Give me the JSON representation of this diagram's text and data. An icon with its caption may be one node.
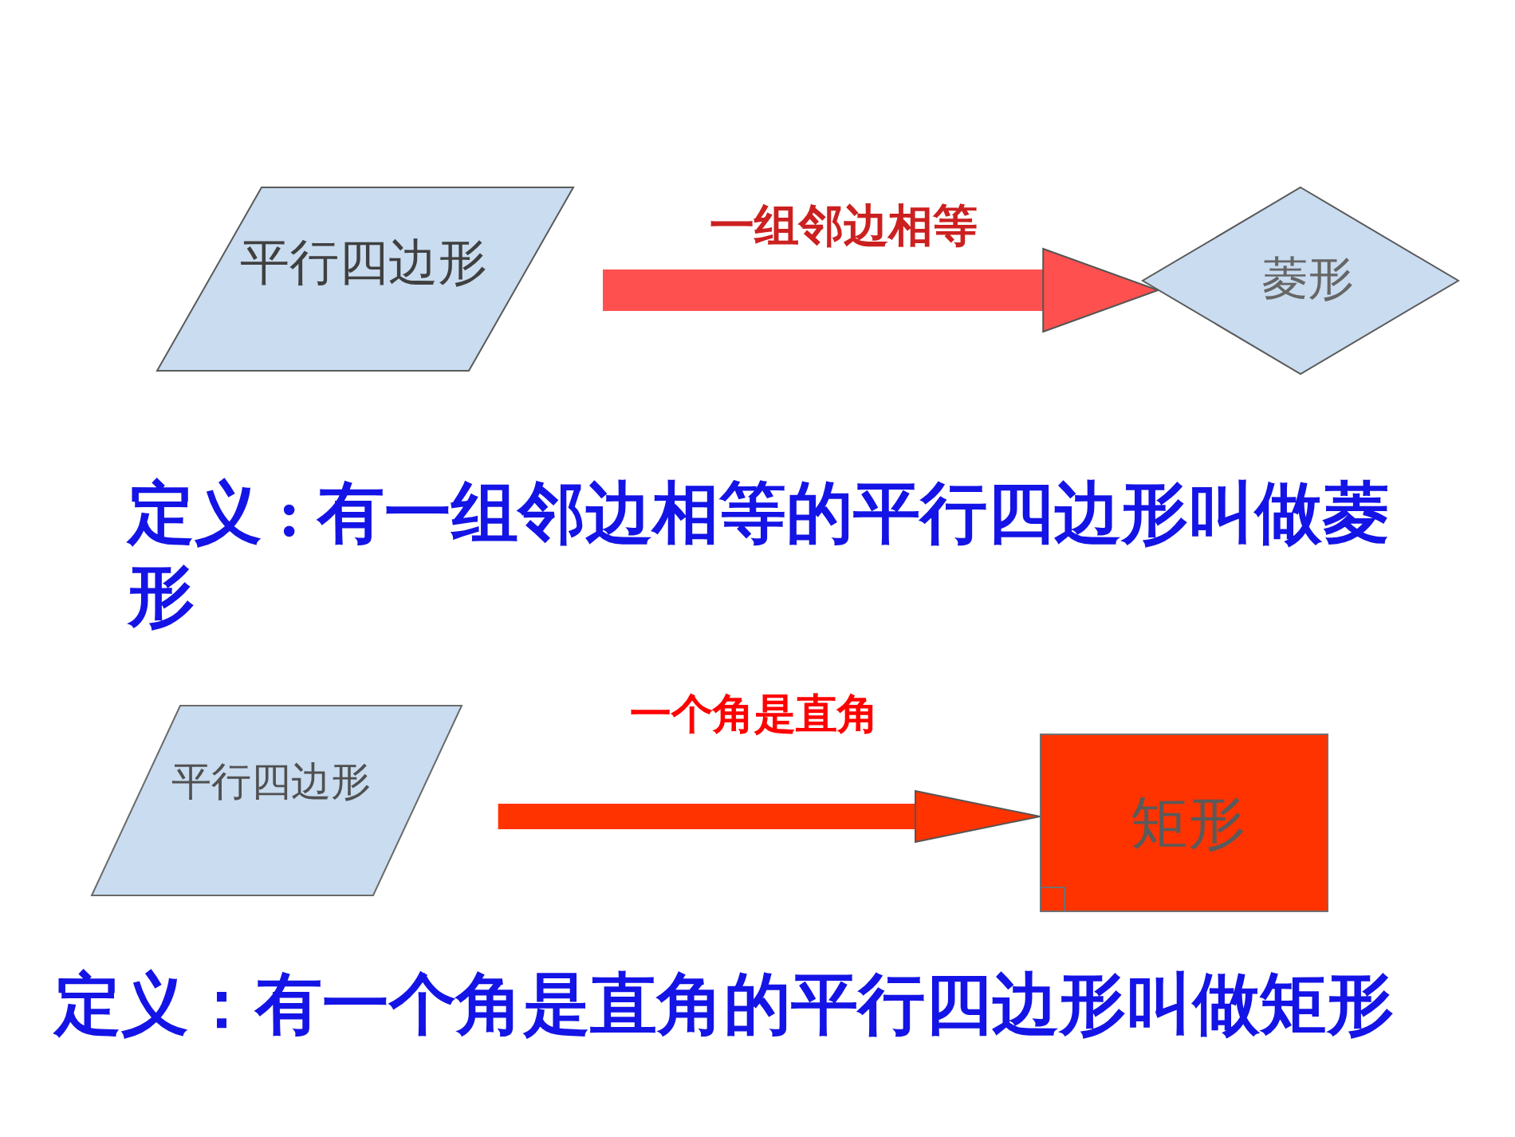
{
  "diagram": {
    "nodes": [
      {
        "text": [
          "平行四边形"
        ]
      },
      {
        "text": [
          "菱形"
        ]
      },
      {
        "text": [
          "平行四边形"
        ]
      },
      {
        "text": [
          "矩形"
        ]
      }
    ],
    "edges": [
      {
        "from": 0,
        "to": 1,
        "arrow": "to",
        "label": "一组邻边相等",
        "color": "#ff5050"
      },
      {
        "from": 2,
        "to": 3,
        "arrow": "to",
        "label": "一个角是直角",
        "color": "#ff3300"
      }
    ],
    "labels": [
      "定义 : 有一组邻边相等的平行四边形叫做菱形",
      "定义：有一个角是直角的平行四边形叫做矩形"
    ]
  }
}
